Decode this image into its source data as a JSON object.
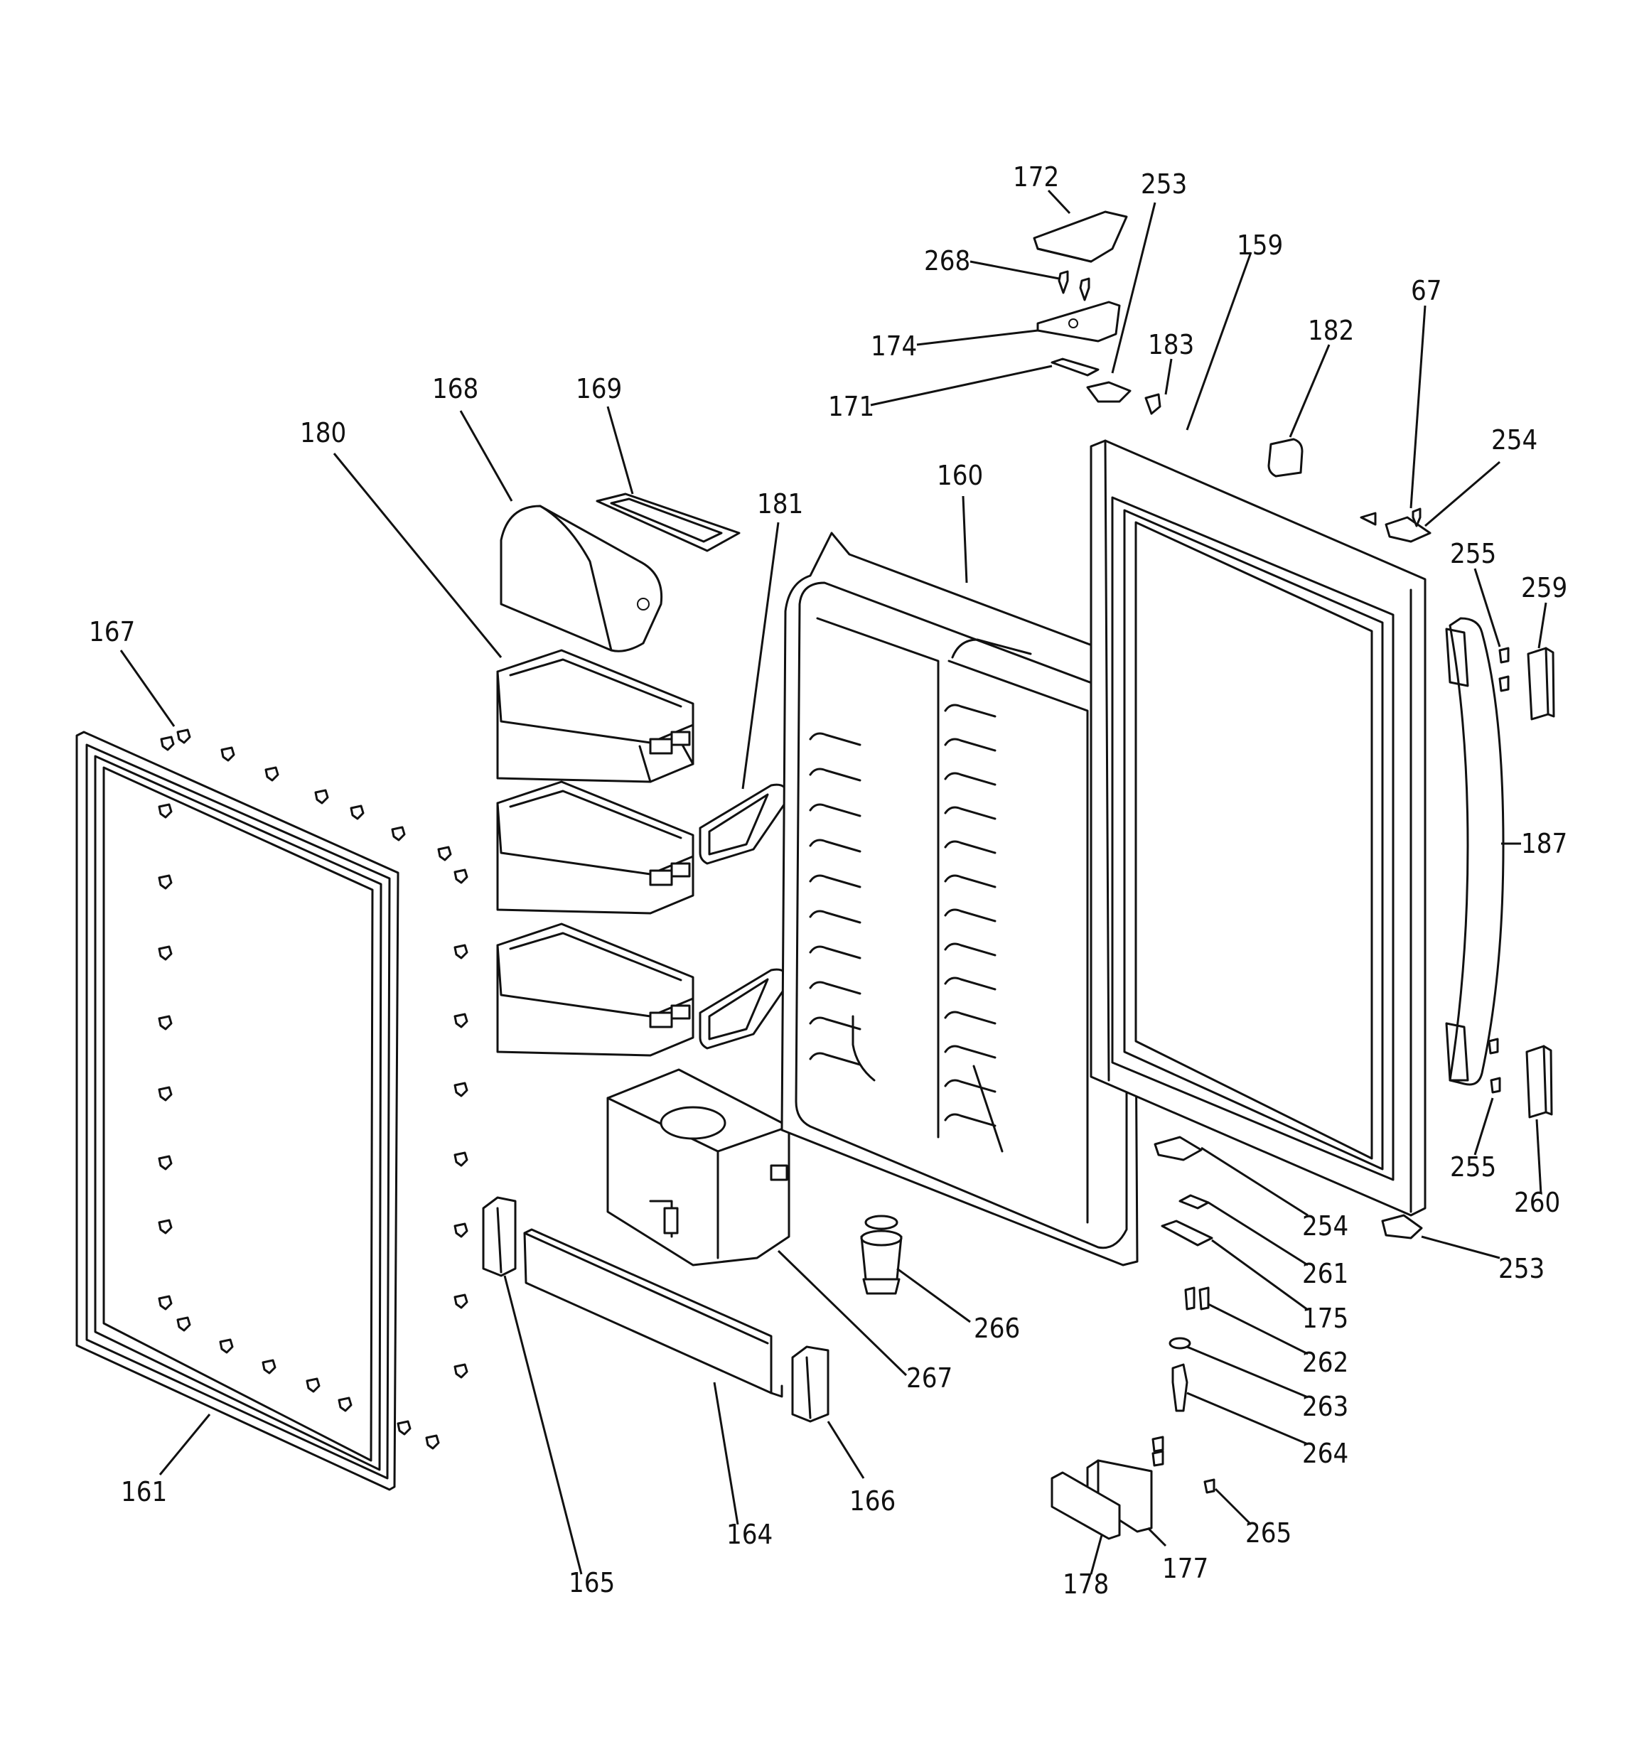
{
  "labels": [
    {
      "id": "172",
      "text": "172"
    },
    {
      "id": "253a",
      "text": "253"
    },
    {
      "id": "268",
      "text": "268"
    },
    {
      "id": "159",
      "text": "159"
    },
    {
      "id": "67",
      "text": "67"
    },
    {
      "id": "182",
      "text": "182"
    },
    {
      "id": "183",
      "text": "183"
    },
    {
      "id": "174",
      "text": "174"
    },
    {
      "id": "171",
      "text": "171"
    },
    {
      "id": "168",
      "text": "168"
    },
    {
      "id": "169",
      "text": "169"
    },
    {
      "id": "180",
      "text": "180"
    },
    {
      "id": "160",
      "text": "160"
    },
    {
      "id": "181",
      "text": "181"
    },
    {
      "id": "254a",
      "text": "254"
    },
    {
      "id": "255a",
      "text": "255"
    },
    {
      "id": "259",
      "text": "259"
    },
    {
      "id": "167",
      "text": "167"
    },
    {
      "id": "187",
      "text": "187"
    },
    {
      "id": "255b",
      "text": "255"
    },
    {
      "id": "260",
      "text": "260"
    },
    {
      "id": "254b",
      "text": "254"
    },
    {
      "id": "253b",
      "text": "253"
    },
    {
      "id": "261",
      "text": "261"
    },
    {
      "id": "175",
      "text": "175"
    },
    {
      "id": "266",
      "text": "266"
    },
    {
      "id": "262",
      "text": "262"
    },
    {
      "id": "267",
      "text": "267"
    },
    {
      "id": "263",
      "text": "263"
    },
    {
      "id": "264",
      "text": "264"
    },
    {
      "id": "166",
      "text": "166"
    },
    {
      "id": "161",
      "text": "161"
    },
    {
      "id": "265",
      "text": "265"
    },
    {
      "id": "164",
      "text": "164"
    },
    {
      "id": "177",
      "text": "177"
    },
    {
      "id": "165",
      "text": "165"
    },
    {
      "id": "178",
      "text": "178"
    }
  ]
}
